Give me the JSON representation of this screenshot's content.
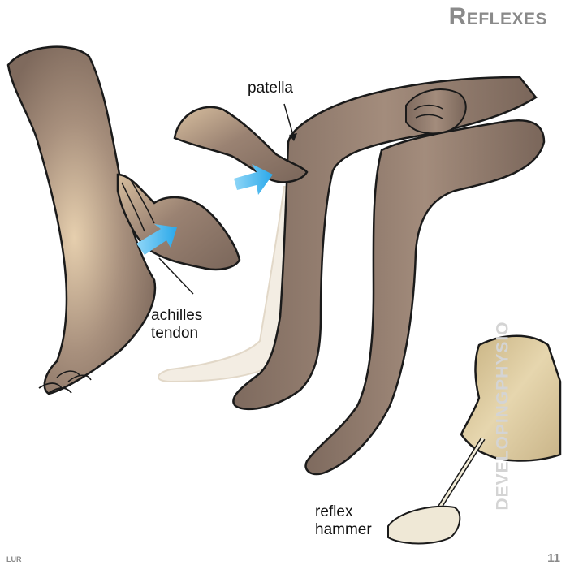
{
  "title": "Reflexes",
  "labels": {
    "patella": "patella",
    "achilles_line1": "achilles",
    "achilles_line2": "tendon",
    "hammer_line1": "reflex",
    "hammer_line2": "hammer"
  },
  "watermark": "DEVELOPINGPHYSIO",
  "page_number": "11",
  "credit": "LUR",
  "colors": {
    "skin_dark": "#8a7264",
    "skin_mid": "#a5897a",
    "skin_highlight": "#e8d2b2",
    "cream_outline": "#f3e6cc",
    "ghost_leg": "#f1ebe0",
    "arrow_blue": "#3db4ee",
    "hand_tan": "#dccaa0",
    "title_gray": "#8a8a8a"
  }
}
